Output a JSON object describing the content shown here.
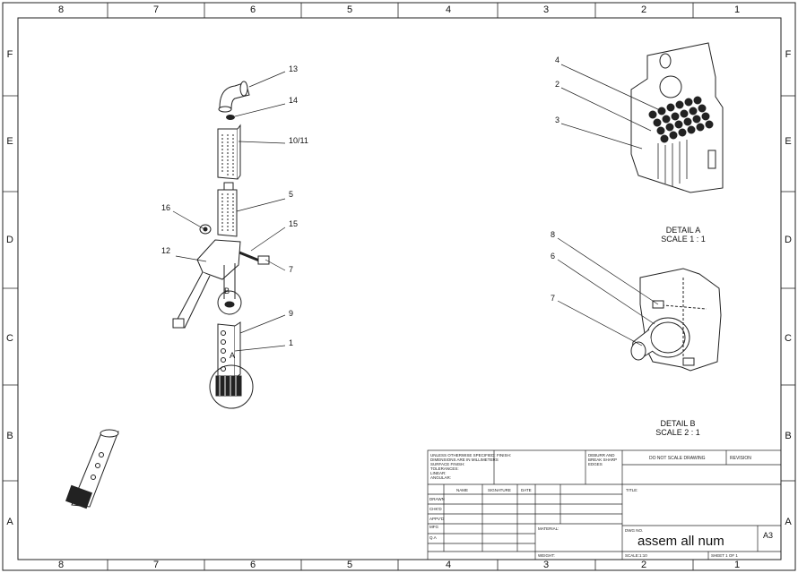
{
  "zones": {
    "columns": [
      "8",
      "7",
      "6",
      "5",
      "4",
      "3",
      "2",
      "1"
    ],
    "rows": [
      "F",
      "E",
      "D",
      "C",
      "B",
      "A"
    ]
  },
  "balloons": {
    "b13": "13",
    "b14": "14",
    "b10_11": "10/11",
    "b5": "5",
    "b16": "16",
    "b15": "15",
    "b12": "12",
    "b7_main": "7",
    "b9": "9",
    "b1": "1",
    "b4": "4",
    "b2": "2",
    "b3": "3",
    "b8": "8",
    "b6": "6",
    "b7_detail": "7",
    "label_a": "A",
    "label_b": "B"
  },
  "details": {
    "a_title": "DETAIL A",
    "a_scale": "SCALE 1 : 1",
    "b_title": "DETAIL B",
    "b_scale": "SCALE 2 : 1"
  },
  "title_block": {
    "general_notes": [
      "UNLESS OTHERWISE SPECIFIED:",
      "DIMENSIONS ARE IN MILLIMETERS",
      "SURFACE FINISH:",
      "TOLERANCES:",
      "   LINEAR:",
      "   ANGULAR:"
    ],
    "finish": "FINISH:",
    "deburr": [
      "DEBURR AND",
      "BREAK SHARP",
      "EDGES"
    ],
    "do_not_scale": "DO NOT SCALE DRAWING",
    "revision": "REVISION",
    "col_name": "NAME",
    "col_signature": "SIGNATURE",
    "col_date": "DATE",
    "row_drawn": "DRAWN",
    "row_chkd": "CHK'D",
    "row_apprd": "APPV'D",
    "row_mfg": "MFG",
    "row_qa": "Q.A",
    "title": "TITLE:",
    "material": "MATERIAL:",
    "dwg_no_label": "DWG NO.",
    "dwg_no": "assem all num",
    "size": "A3",
    "weight": "WEIGHT:",
    "scale": "SCALE:1:10",
    "sheet": "SHEET 1 OF 1"
  }
}
